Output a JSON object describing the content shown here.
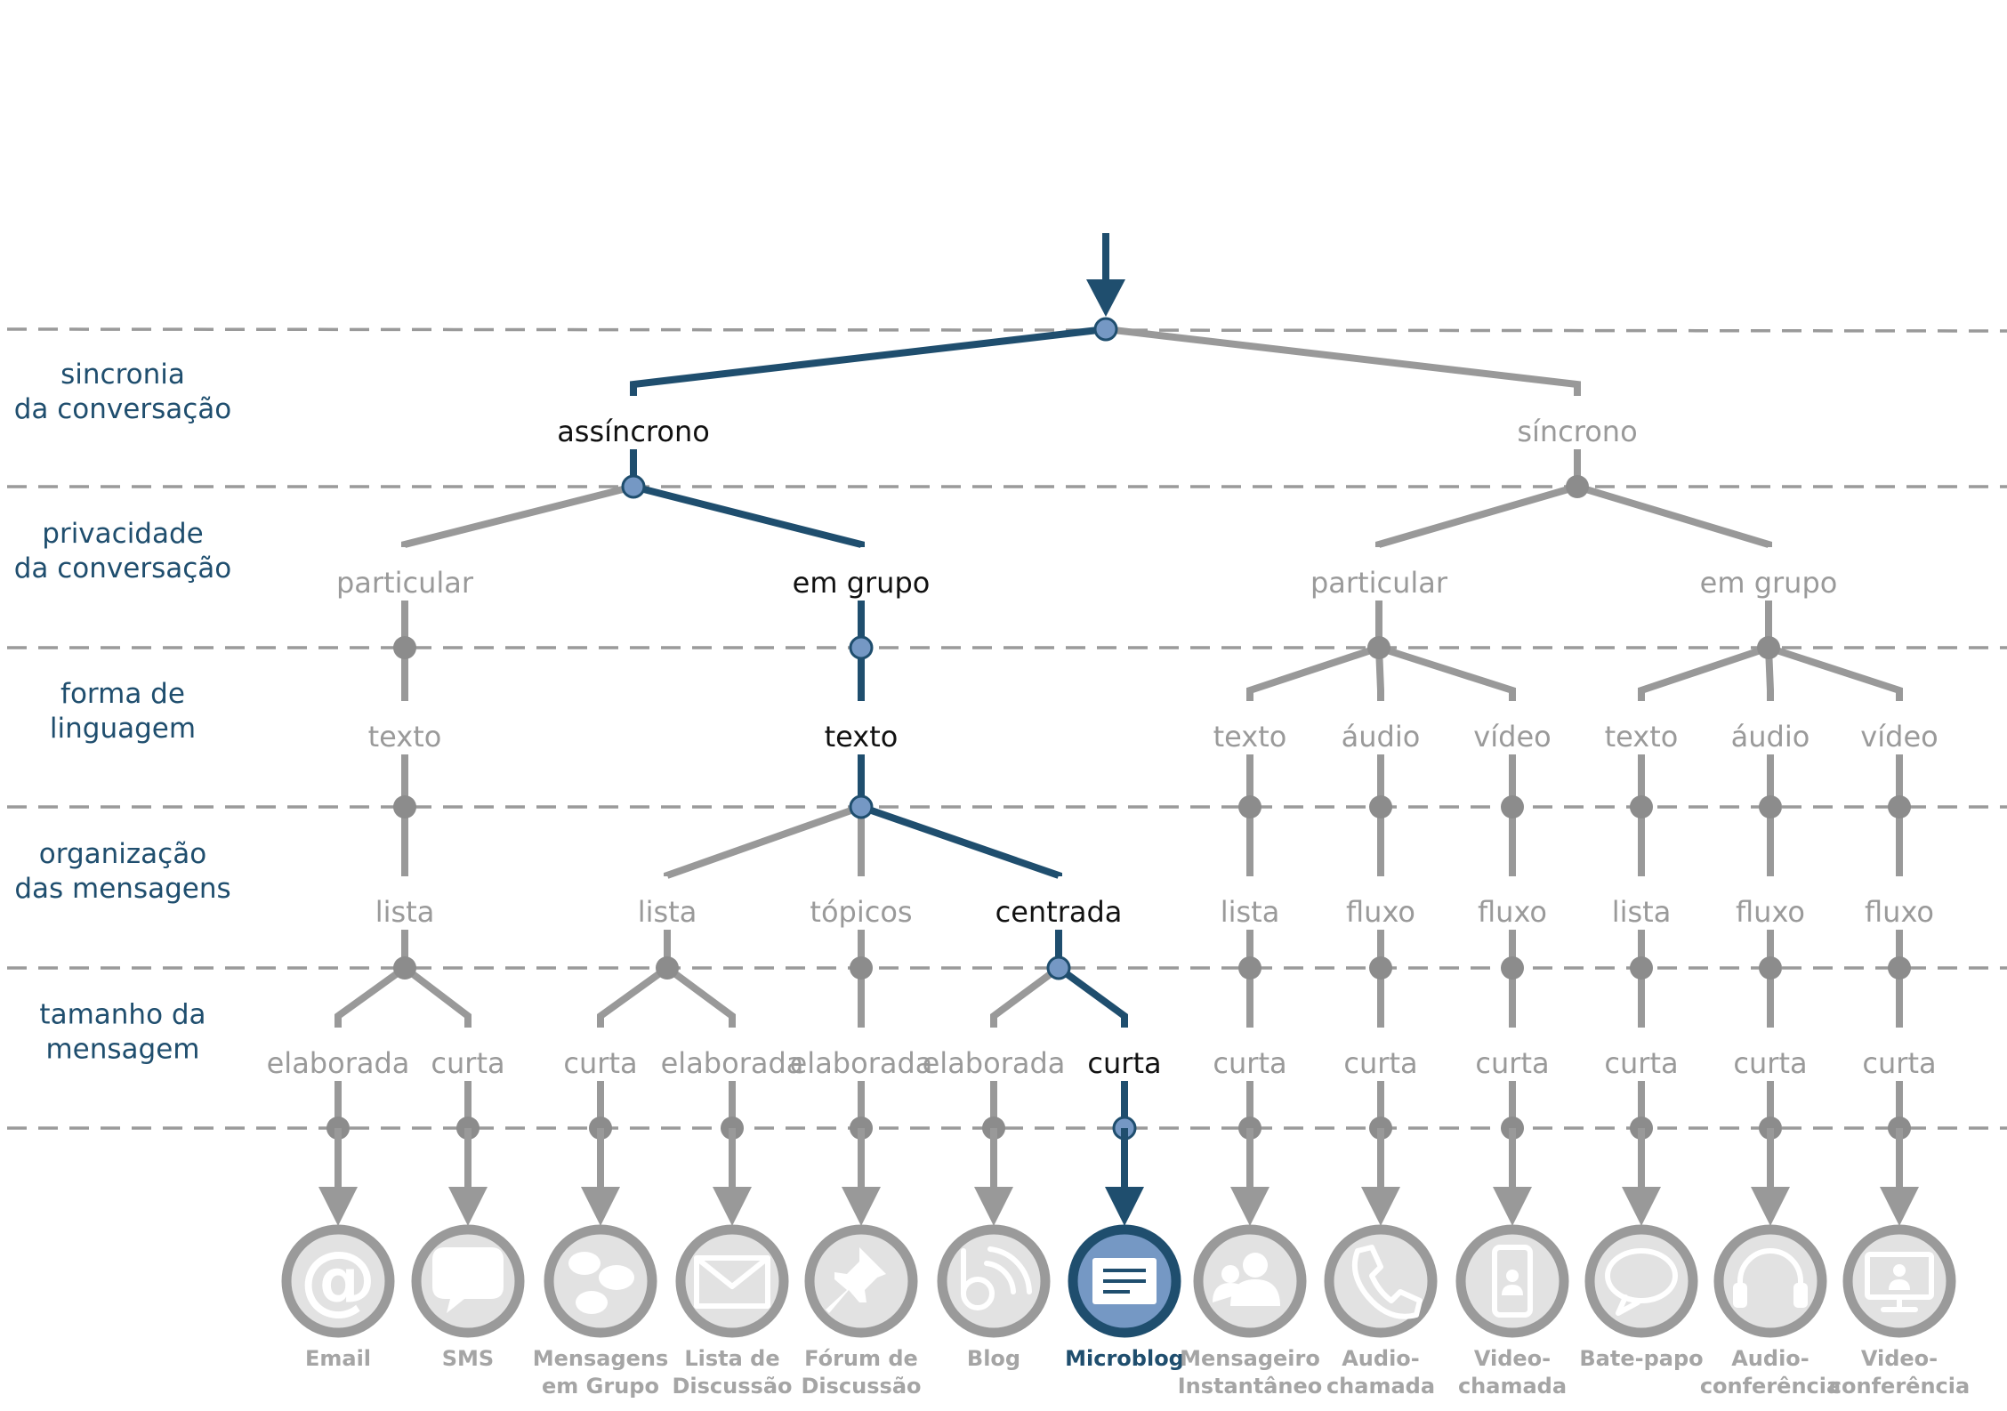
{
  "rows": [
    {
      "id": "sync",
      "lines": [
        "sincronia",
        "da conversação"
      ]
    },
    {
      "id": "privacy",
      "lines": [
        "privacidade",
        "da conversação"
      ]
    },
    {
      "id": "language",
      "lines": [
        "forma de",
        "linguagem"
      ]
    },
    {
      "id": "organization",
      "lines": [
        "organização",
        "das mensagens"
      ]
    },
    {
      "id": "size",
      "lines": [
        "tamanho da",
        "mensagem"
      ]
    }
  ],
  "nodes": [
    {
      "id": "root",
      "label": "",
      "highlight": true
    },
    {
      "id": "assinc",
      "parent": "root",
      "label": "assíncrono",
      "highlight": true
    },
    {
      "id": "sinc",
      "parent": "root",
      "label": "síncrono"
    },
    {
      "id": "a_part",
      "parent": "assinc",
      "label": "particular"
    },
    {
      "id": "a_grupo",
      "parent": "assinc",
      "label": "em grupo",
      "highlight": true
    },
    {
      "id": "s_part",
      "parent": "sinc",
      "label": "particular"
    },
    {
      "id": "s_grupo",
      "parent": "sinc",
      "label": "em grupo"
    },
    {
      "id": "ap_texto",
      "parent": "a_part",
      "label": "texto"
    },
    {
      "id": "ag_texto",
      "parent": "a_grupo",
      "label": "texto",
      "highlight": true
    },
    {
      "id": "sp_texto",
      "parent": "s_part",
      "label": "texto"
    },
    {
      "id": "sp_audio",
      "parent": "s_part",
      "label": "áudio"
    },
    {
      "id": "sp_video",
      "parent": "s_part",
      "label": "vídeo"
    },
    {
      "id": "sg_texto",
      "parent": "s_grupo",
      "label": "texto"
    },
    {
      "id": "sg_audio",
      "parent": "s_grupo",
      "label": "áudio"
    },
    {
      "id": "sg_video",
      "parent": "s_grupo",
      "label": "vídeo"
    },
    {
      "id": "apt_lista",
      "parent": "ap_texto",
      "label": "lista"
    },
    {
      "id": "agt_lista",
      "parent": "ag_texto",
      "label": "lista"
    },
    {
      "id": "agt_topicos",
      "parent": "ag_texto",
      "label": "tópicos"
    },
    {
      "id": "agt_centrada",
      "parent": "ag_texto",
      "label": "centrada",
      "highlight": true
    },
    {
      "id": "spt_lista",
      "parent": "sp_texto",
      "label": "lista"
    },
    {
      "id": "spa_fluxo",
      "parent": "sp_audio",
      "label": "fluxo"
    },
    {
      "id": "spv_fluxo",
      "parent": "sp_video",
      "label": "fluxo"
    },
    {
      "id": "sgt_lista",
      "parent": "sg_texto",
      "label": "lista"
    },
    {
      "id": "sga_fluxo",
      "parent": "sg_audio",
      "label": "fluxo"
    },
    {
      "id": "sgv_fluxo",
      "parent": "sg_video",
      "label": "fluxo"
    },
    {
      "id": "s_email",
      "parent": "apt_lista",
      "label": "elaborada"
    },
    {
      "id": "s_sms",
      "parent": "apt_lista",
      "label": "curta"
    },
    {
      "id": "s_mgrupo",
      "parent": "agt_lista",
      "label": "curta"
    },
    {
      "id": "s_lista",
      "parent": "agt_lista",
      "label": "elaborada"
    },
    {
      "id": "s_forum",
      "parent": "agt_topicos",
      "label": "elaborada"
    },
    {
      "id": "s_blog",
      "parent": "agt_centrada",
      "label": "elaborada"
    },
    {
      "id": "s_micro",
      "parent": "agt_centrada",
      "label": "curta",
      "highlight": true
    },
    {
      "id": "s_msgr",
      "parent": "spt_lista",
      "label": "curta"
    },
    {
      "id": "s_audch",
      "parent": "spa_fluxo",
      "label": "curta"
    },
    {
      "id": "s_vidch",
      "parent": "spv_fluxo",
      "label": "curta"
    },
    {
      "id": "s_bate",
      "parent": "sgt_lista",
      "label": "curta"
    },
    {
      "id": "s_audconf",
      "parent": "sga_fluxo",
      "label": "curta"
    },
    {
      "id": "s_vidconf",
      "parent": "sgv_fluxo",
      "label": "curta"
    }
  ],
  "leaves": [
    {
      "parent": "s_email",
      "icon": "at-sign-icon",
      "lines": [
        "Email"
      ]
    },
    {
      "parent": "s_sms",
      "icon": "sms-bubble-icon",
      "lines": [
        "SMS"
      ]
    },
    {
      "parent": "s_mgrupo",
      "icon": "group-chat-icon",
      "lines": [
        "Mensagens",
        "em Grupo"
      ]
    },
    {
      "parent": "s_lista",
      "icon": "envelope-icon",
      "lines": [
        "Lista de",
        "Discussão"
      ]
    },
    {
      "parent": "s_forum",
      "icon": "pushpin-icon",
      "lines": [
        "Fórum de",
        "Discussão"
      ]
    },
    {
      "parent": "s_blog",
      "icon": "blog-feed-icon",
      "lines": [
        "Blog"
      ]
    },
    {
      "parent": "s_micro",
      "icon": "microblog-post-icon",
      "lines": [
        "Microblog"
      ],
      "highlight": true
    },
    {
      "parent": "s_msgr",
      "icon": "contacts-icon",
      "lines": [
        "Mensageiro",
        "Instantâneo"
      ]
    },
    {
      "parent": "s_audch",
      "icon": "phone-handset-icon",
      "lines": [
        "Audio-",
        "chamada"
      ]
    },
    {
      "parent": "s_vidch",
      "icon": "smartphone-video-icon",
      "lines": [
        "Video-",
        "chamada"
      ]
    },
    {
      "parent": "s_bate",
      "icon": "speech-bubble-icon",
      "lines": [
        "Bate-papo"
      ]
    },
    {
      "parent": "s_audconf",
      "icon": "headset-icon",
      "lines": [
        "Audio-",
        "conferência"
      ]
    },
    {
      "parent": "s_vidconf",
      "icon": "monitor-video-icon",
      "lines": [
        "Video-",
        "conferência"
      ]
    }
  ],
  "colors": {
    "highlight": "#1f4e6e",
    "highlight_fill": "#7598c4",
    "muted": "#999999",
    "row_label": "#1f4e6e"
  }
}
